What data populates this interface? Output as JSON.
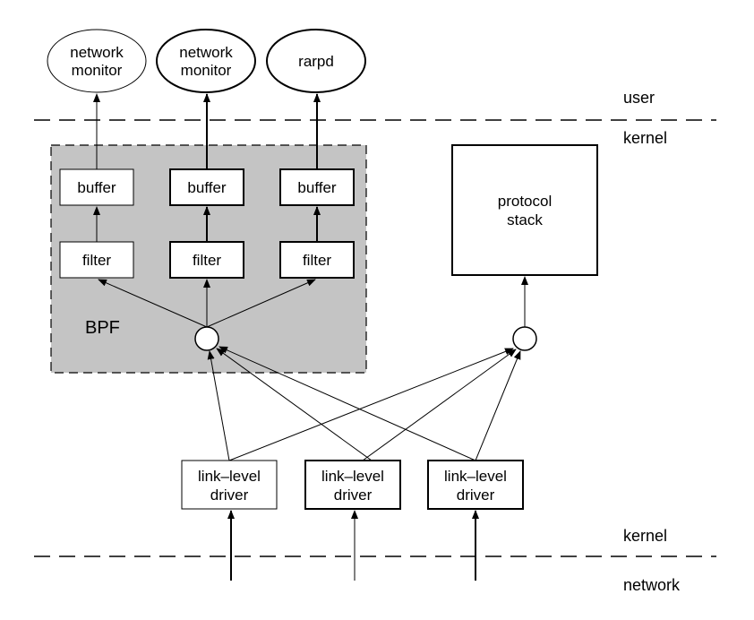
{
  "layers": {
    "user": "user",
    "kernel_top": "kernel",
    "kernel_bottom": "kernel",
    "network": "network"
  },
  "processes": [
    {
      "line1": "network",
      "line2": "monitor"
    },
    {
      "line1": "network",
      "line2": "monitor"
    },
    {
      "line1": "rarpd",
      "line2": ""
    }
  ],
  "bpf": {
    "label": "BPF",
    "buffers": [
      "buffer",
      "buffer",
      "buffer"
    ],
    "filters": [
      "filter",
      "filter",
      "filter"
    ]
  },
  "protocol_stack": {
    "line1": "protocol",
    "line2": "stack"
  },
  "drivers": [
    {
      "line1": "link–level",
      "line2": "driver"
    },
    {
      "line1": "link–level",
      "line2": "driver"
    },
    {
      "line1": "link–level",
      "line2": "driver"
    }
  ],
  "colors": {
    "bpf_fill": "#c4c4c4",
    "line": "#000000",
    "box_fill": "#ffffff"
  }
}
